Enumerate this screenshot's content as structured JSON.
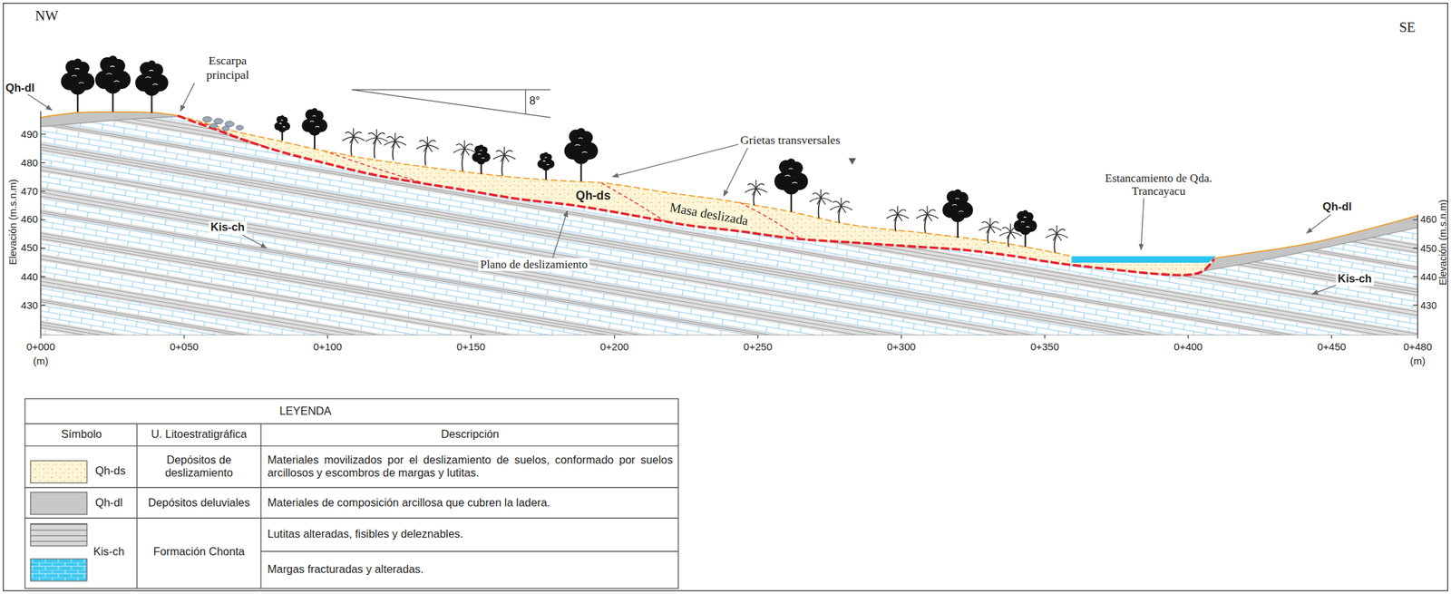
{
  "diagram": {
    "labels": [
      "NW",
      "SE",
      "Qh-dl",
      "Escarpa principal",
      "8°",
      "Grietas transversales",
      "Qh-ds",
      "Masa deslizada",
      "Kis-ch",
      "Plano de deslizamiento",
      "Estancamiento de Qda. Trancayacu",
      "Qh-dl",
      "Kis-ch",
      "Elevación (m.s.n.m)",
      "Elevación (m.s.n.m)",
      "490",
      "480",
      "470",
      "460",
      "450",
      "440",
      "430",
      "460",
      "450",
      "440",
      "430",
      "0+000",
      "0+050",
      "0+100",
      "0+150",
      "0+200",
      "0+250",
      "0+300",
      "0+350",
      "0+400",
      "0+450",
      "0+480",
      "(m)",
      "(m)",
      "LEYENDA",
      "Símbolo",
      "U. Litoestratigráfica",
      "Descripción",
      "Qh-ds",
      "Qh-dl",
      "Kis-ch",
      "Depósitos de deslizamiento",
      "Depósitos deluviales",
      "Formación Chonta"
    ],
    "legend": [
      {
        "text": "Materiales movilizados por el deslizamiento de suelos, conformado por suelos arcillosos y escombros de margas y lutitas."
      },
      {
        "text": "Materiales de composición arcillosa que cubren la ladera.",
        "color": "#c8c8c8"
      },
      {
        "text": "Lutitas alteradas, fisibles y deleznables."
      },
      {
        "text": "Margas fracturadas y alteradas."
      }
    ]
  }
}
